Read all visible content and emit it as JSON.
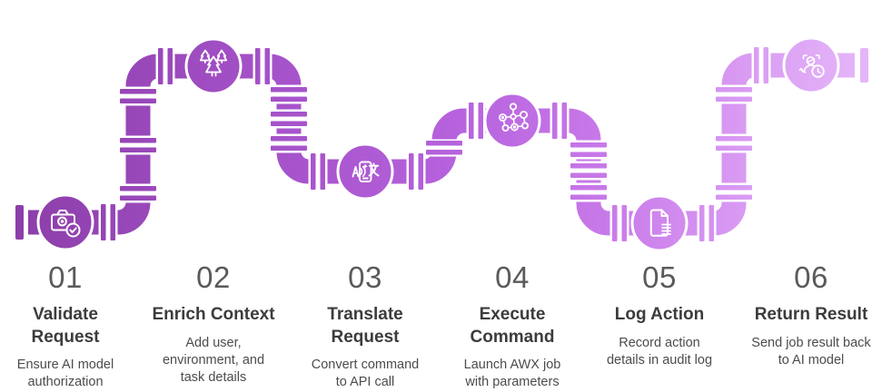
{
  "diagram": {
    "steps": [
      {
        "number": "01",
        "title": "Validate\nRequest",
        "description": "Ensure AI model\nauthorization",
        "icon": "camera-check-icon"
      },
      {
        "number": "02",
        "title": "Enrich Context",
        "description": "Add user,\nenvironment, and\ntask details",
        "icon": "forest-icon"
      },
      {
        "number": "03",
        "title": "Translate\nRequest",
        "description": "Convert command\nto API call",
        "icon": "translate-icon"
      },
      {
        "number": "04",
        "title": "Execute\nCommand",
        "description": "Launch AWX job\nwith parameters",
        "icon": "network-nodes-icon"
      },
      {
        "number": "05",
        "title": "Log Action",
        "description": "Record action\ndetails in audit log",
        "icon": "document-icon"
      },
      {
        "number": "06",
        "title": "Return Result",
        "description": "Send job result back\nto AI model",
        "icon": "person-return-icon"
      }
    ],
    "colors": {
      "pipe_gradient": [
        "#8b3da7",
        "#9a49bb",
        "#a955ce",
        "#b763de",
        "#c97ae9",
        "#d99af3",
        "#e5b8f9"
      ],
      "number_text": "#5a5a5a",
      "title_text": "#3c3c3c",
      "description_text": "#4c4c4c",
      "background": "#ffffff"
    }
  }
}
